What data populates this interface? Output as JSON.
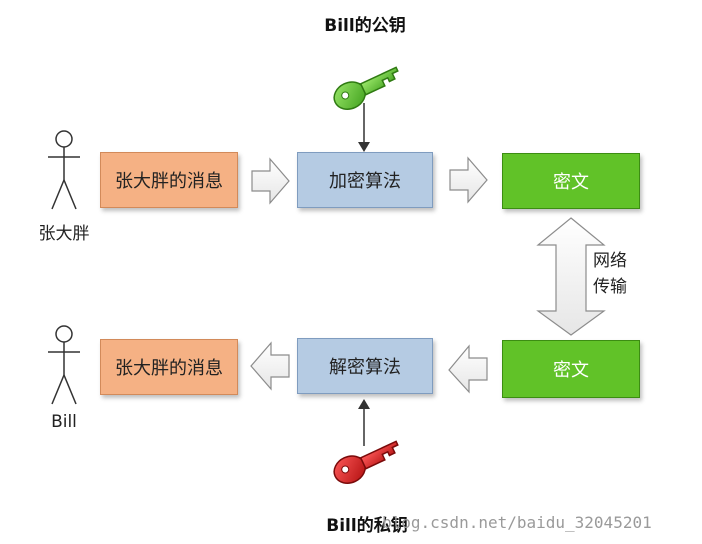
{
  "public_key_label": "Bill的公钥",
  "private_key_label": "Bill的私钥",
  "sender_name": "张大胖",
  "receiver_name": "Bill",
  "top_row": {
    "message": "张大胖的消息",
    "process": "加密算法",
    "result": "密文"
  },
  "bottom_row": {
    "message": "张大胖的消息",
    "process": "解密算法",
    "source": "密文"
  },
  "network_label_line1": "网络",
  "network_label_line2": "传输",
  "watermark": "blog.csdn.net/baidu_32045201",
  "colors": {
    "message_box": "#f5b184",
    "algorithm_box": "#b5cbe3",
    "ciphertext_box": "#61c228",
    "public_key": "#6ccf3c",
    "private_key": "#d81e1e"
  }
}
